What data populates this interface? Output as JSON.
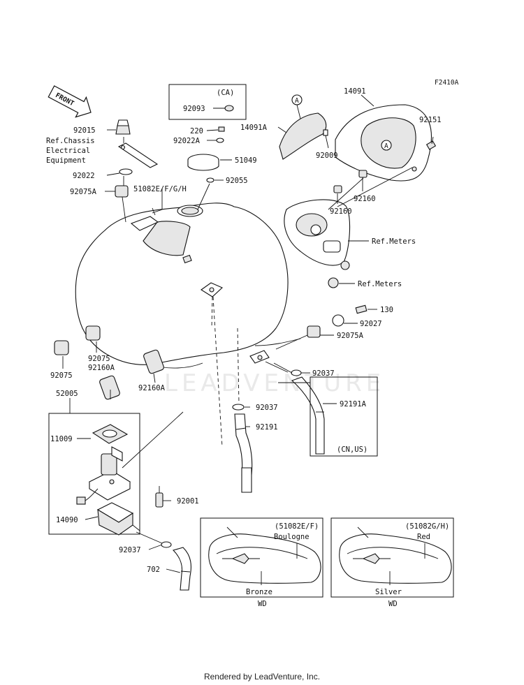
{
  "figure_code": "F2410A",
  "front_arrow": "FRONT",
  "watermark": "LEADVENTURE",
  "footer": "Rendered by LeadVenture, Inc.",
  "ca_box": {
    "title": "(CA)",
    "part": "92093"
  },
  "cn_us_box": {
    "title": "(CN,US)"
  },
  "labels": {
    "p92015": "92015",
    "ref_chassis": [
      "Ref.Chassis",
      "Electrical",
      "Equipment"
    ],
    "p92022": "92022",
    "p92075A_left": "92075A",
    "p51082": "51082E/F/G/H",
    "p220": "220",
    "p92022A": "92022A",
    "p51049": "51049",
    "p92055": "92055",
    "p14091A": "14091A",
    "p14091": "14091",
    "p92151": "92151",
    "p92009": "92009",
    "p92160_a": "92160",
    "p92160_b": "92160",
    "ref_meters_1": "Ref.Meters",
    "ref_meters_2": "Ref.Meters",
    "p130": "130",
    "p92027": "92027",
    "p92075A_right": "92075A",
    "p92037_a": "92037",
    "p92191A": "92191A",
    "p92075_a": "92075",
    "p92160A_a": "92160A",
    "p92075_b": "92075",
    "p92160A_b": "92160A",
    "p52005": "52005",
    "p92037_b": "92037",
    "p92191": "92191",
    "p11009": "11009",
    "p92001": "92001",
    "p14090": "14090",
    "p92037_c": "92037",
    "p702": "702",
    "callout_a": "A"
  },
  "variants": [
    {
      "code": "(51082E/F)",
      "stripe": "Boulogne",
      "body": "Bronze",
      "market": "WD"
    },
    {
      "code": "(51082G/H)",
      "stripe": "Red",
      "body": "Silver",
      "market": "WD"
    }
  ]
}
